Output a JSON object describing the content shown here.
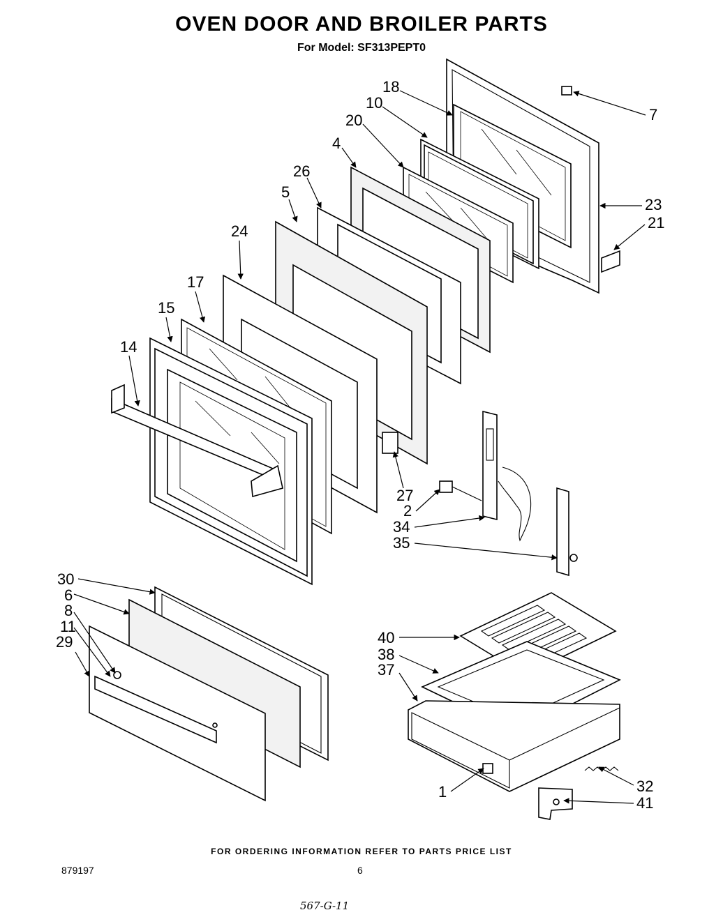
{
  "header": {
    "title": "OVEN DOOR AND BROILER PARTS",
    "subtitle": "For Model: SF313PEPT0"
  },
  "callouts": [
    "18",
    "10",
    "20",
    "4",
    "26",
    "5",
    "24",
    "17",
    "15",
    "14",
    "7",
    "23",
    "21",
    "27",
    "2",
    "34",
    "35",
    "30",
    "6",
    "8",
    "11",
    "29",
    "40",
    "38",
    "37",
    "1",
    "32",
    "41"
  ],
  "footer": {
    "note": "FOR ORDERING INFORMATION REFER TO PARTS PRICE LIST",
    "doc_number": "879197",
    "page_number": "6",
    "handwritten": "567-G-11"
  }
}
